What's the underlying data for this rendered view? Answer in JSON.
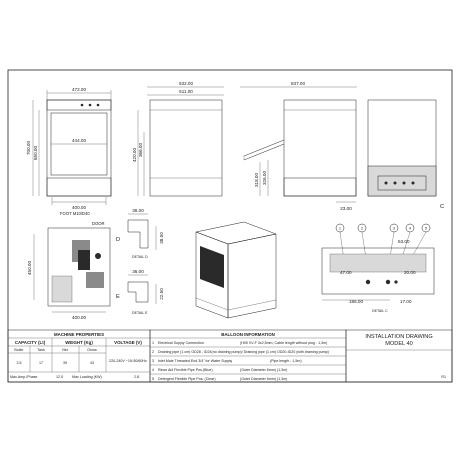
{
  "views": {
    "front": {
      "width": "472.00",
      "inner_width": "444.00",
      "height": "700.00",
      "inner_height": "650.00",
      "base_width": "400.00"
    },
    "side": {
      "depth": "532.00",
      "inner_depth": "511.00",
      "h1": "366.00",
      "h2": "420.00"
    },
    "open": {
      "depth": "837.00",
      "h1": "318.00",
      "h2": "326.00"
    },
    "rear_top": {
      "dim": "23.00",
      "corner_label": "C"
    },
    "section": {
      "foot": "FOOT M10/D40",
      "door": "DOOR",
      "height": "450.00"
    },
    "detail_d": {
      "letter": "D",
      "w": "36.00",
      "h": "38.50",
      "caption": "DETAIL D"
    },
    "detail_e": {
      "letter": "E",
      "w": "36.00",
      "h": "22.50",
      "caption": "DETAIL E"
    },
    "rear_conn": {
      "bubbles": [
        "1",
        "2",
        "3",
        "4",
        "5"
      ],
      "dim_top": "53.00",
      "dim_left": "47.00",
      "dim_right": "20.00",
      "dim_bottom": "186.00",
      "dim_bottom_right": "17.00",
      "caption": "DETAIL C"
    }
  },
  "machine_properties": {
    "title": "MACHINE PROPERTIES",
    "col_capacity": "CAPACITY (Lt)",
    "col_weight": "WEIGHT (Kg)",
    "col_voltage": "VOLTAGE (V)",
    "sub_boiler": "Boiler",
    "sub_tank": "Tank",
    "sub_net": "Net",
    "sub_gross": "Gross",
    "val_boiler": "3.5",
    "val_tank": "17",
    "val_net": "39",
    "val_gross": "43",
    "val_voltage": "220-240V ~1N 50/60Hz",
    "max_amp_label": "Max.Amp./Phase",
    "max_amp_val": "12.5",
    "max_load_label": "Max Loading (KW)",
    "max_load_val": "2.8"
  },
  "balloon_info": {
    "title": "BALLOON INFORMATION",
    "rows": [
      {
        "n": "1",
        "text": "Electrical Supply Connection",
        "detail": "(H05 VV-F 3x2,5mm, Cable length without plug - 1,3m)"
      },
      {
        "n": "2",
        "text": "Draining pipe (1 cm) OD28 - ID24(no draining pump)/ Draining pipe (1 cm) OD20-ID20 (with draining pump)",
        "detail": ""
      },
      {
        "n": "3",
        "text": "Inlet Male Threaded End 3/4\" for Water Supply",
        "detail": "(Pipe length - 1,5m)"
      },
      {
        "n": "4",
        "text": "Rinse Aid Flexible Pipe Pos.(Blue)",
        "detail": "(Outer Diameter 6mm)          (1,3m)"
      },
      {
        "n": "5",
        "text": "Detergent Flexible Pipe Pos. (Clear)",
        "detail": "(Outer Diameter 6mm)          (1,3m)"
      }
    ]
  },
  "title_block": {
    "line1": "INSTALLATION DRAWING",
    "line2": "MODEL 40",
    "rev": "R1"
  },
  "colors": {
    "line": "#222222",
    "fill_dark": "#2a2a2a",
    "paper": "#ffffff"
  }
}
